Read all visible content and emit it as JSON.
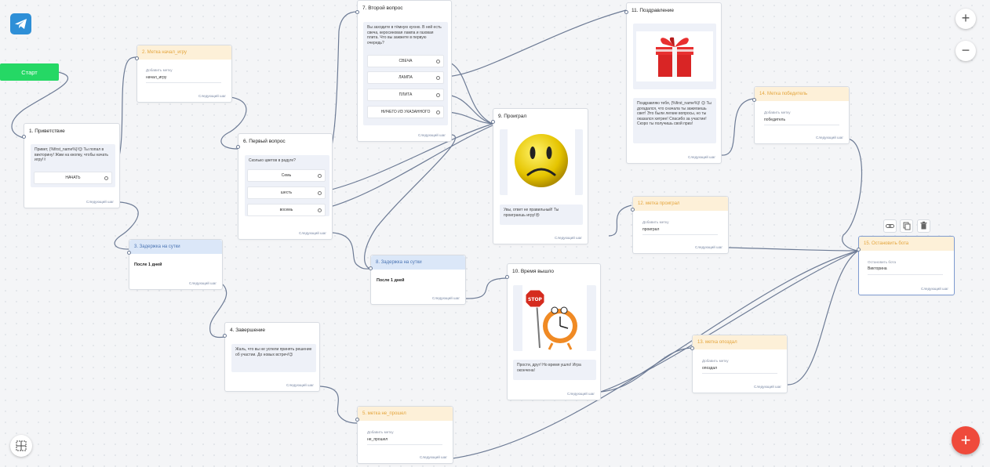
{
  "app": {
    "start_label": "Старт",
    "next_step": "Следующий шаг"
  },
  "n1": {
    "title": "1. Приветствие",
    "msg": "Привет, {%first_name%}!😉 Ты попал в викторину! Жми на кнопку, чтобы начать игру!✌",
    "button": "НАЧАТЬ"
  },
  "n2": {
    "title": "2. Метка начал_игру",
    "label": "Добавить метку",
    "value": "начал_игру"
  },
  "n3": {
    "title": "3. Задержка на сутки",
    "text": "После 1 дней"
  },
  "n4": {
    "title": "4. Завершение",
    "msg": "Жаль, что вы не успели принять решение об участии. До новых встреч!😉"
  },
  "n5": {
    "title": "5. метка не_прошел",
    "label": "Добавить метку",
    "value": "не_прошел"
  },
  "n6": {
    "title": "6. Первый вопрос",
    "msg": "Сколько цветов в радуге?",
    "buttons": [
      "Семь",
      "шесть",
      "восемь"
    ]
  },
  "n7": {
    "title": "7. Второй вопрос",
    "msg": "Вы заходите в тёмную кухню. В ней есть свеча, керосиновая лампа и газовая плита. Что вы зажжете в первую очередь?",
    "buttons": [
      "СВЕЧА",
      "ЛАМПА",
      "ПЛИТА",
      "НИЧЕГО ИЗ УКАЗАННОГО"
    ]
  },
  "n8": {
    "title": "8. Задержка на сутки",
    "text": "После 1 дней"
  },
  "n9": {
    "title": "9. Проиграл",
    "msg": "Увы, ответ не правильный! Ты проиграешь игру!😢"
  },
  "n10": {
    "title": "10. Время вышло",
    "msg": "Прости, друг! Но время ушло! Игра окончена!"
  },
  "n11": {
    "title": "11. Поздравление",
    "msg": "Поздравляю тебя, {%first_name%}! 😉 Ты догадался, что сначала ты зажигаешь свет! Это были легкие вопросы, но ты оказался хитрее! Спасибо за участие! Скоро ты получишь свой приз!"
  },
  "n12": {
    "title": "12. метка проиграл",
    "label": "Добавить метку",
    "value": "проиграл"
  },
  "n13": {
    "title": "13. метка опоздал",
    "label": "Добавить метку",
    "value": "опоздал"
  },
  "n14": {
    "title": "14. Метка победитель",
    "label": "Добавить метку",
    "value": "победитель"
  },
  "n15": {
    "title": "15. Остановить бота",
    "label": "Остановить бота",
    "value": "Викторина"
  },
  "icons": [
    "telegram-icon",
    "plus-icon",
    "minus-icon",
    "link-icon",
    "copy-icon",
    "trash-icon",
    "grid-icon",
    "gift-icon",
    "sad-face-icon",
    "stop-clock-icon"
  ],
  "colors": {
    "start": "#25d865",
    "accent_orange": "#e4a53d",
    "accent_blue": "#4a74b3",
    "fab": "#ef4a3b",
    "telegram": "#2e8fd7",
    "edge": "#6d7b95"
  }
}
